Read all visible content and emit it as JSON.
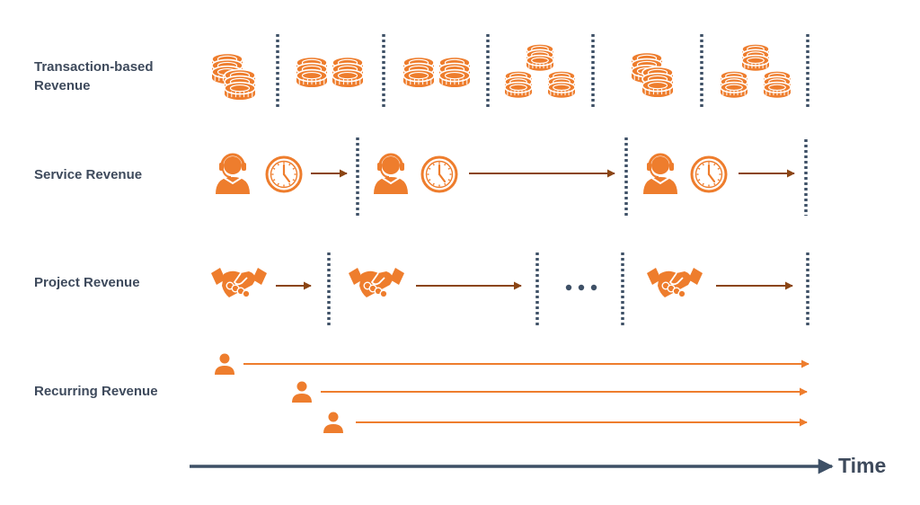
{
  "rows": {
    "transaction": "Transaction-based\nRevenue",
    "service": "Service Revenue",
    "project": "Project Revenue",
    "recurring": "Recurring Revenue"
  },
  "axis": {
    "label": "Time"
  },
  "icons": {
    "coins": "coin-stack-icon",
    "agent": "headset-agent-icon",
    "clock": "clock-icon",
    "deal": "handshake-icon",
    "customer": "person-icon",
    "ellipsis": "ellipsis-icon"
  },
  "colors": {
    "accent": "#EE7D2D",
    "arrow": "#8B4513",
    "divider": "#3E5066",
    "text": "#3E4A5C"
  }
}
